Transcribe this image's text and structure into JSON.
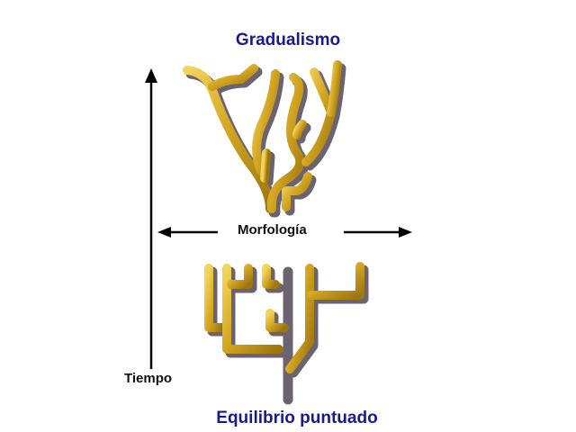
{
  "diagram": {
    "top_title": "Gradualismo",
    "bottom_title": "Equilibrio puntuado",
    "x_axis_label": "Morfología",
    "y_axis_label": "Tiempo",
    "colors": {
      "title": "#1a1a8c",
      "branch": "#c89a1a",
      "branch_highlight": "#f0cc50",
      "shadow": "#6b6470",
      "axis": "#000000"
    },
    "icons": [
      "arrow-up-icon",
      "arrow-left-icon",
      "arrow-right-icon"
    ]
  }
}
